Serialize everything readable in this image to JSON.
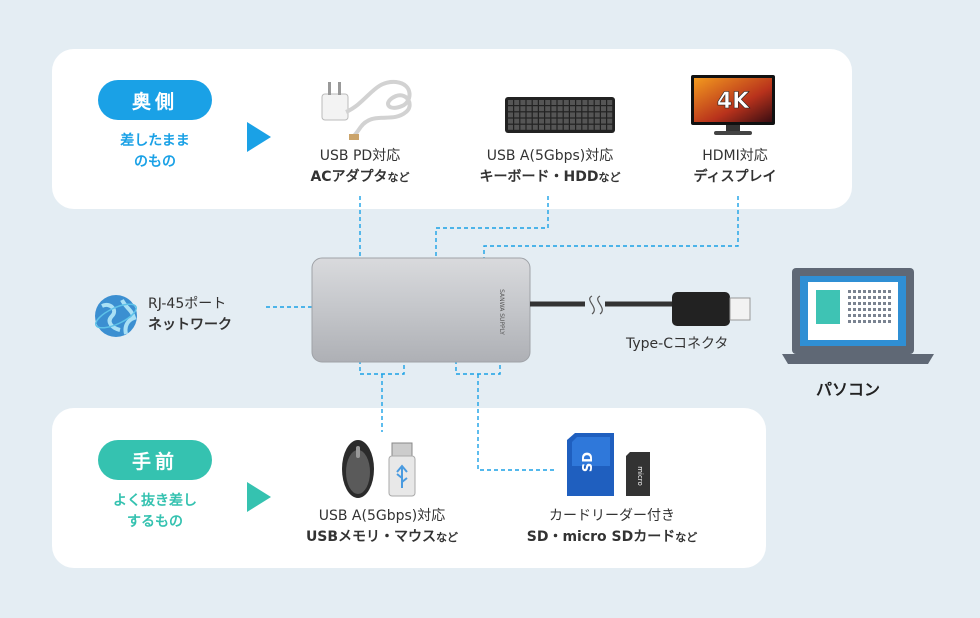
{
  "back": {
    "pill": "奥側",
    "subtitle": [
      "差したまま",
      "のもの"
    ],
    "items": [
      {
        "line1": "USB PD対応",
        "line2": "ACアダプタ",
        "suffix": "など"
      },
      {
        "line1": "USB A(5Gbps)対応",
        "line2": "キーボード・HDD",
        "suffix": "など"
      },
      {
        "line1": "HDMI対応",
        "line2": "ディスプレイ",
        "suffix": ""
      }
    ],
    "monitor_text": "4K"
  },
  "front": {
    "pill": "手前",
    "subtitle": [
      "よく抜き差し",
      "するもの"
    ],
    "items": [
      {
        "line1": "USB A(5Gbps)対応",
        "line2": "USBメモリ・マウス",
        "suffix": "など"
      },
      {
        "line1": "カードリーダー付き",
        "line2": "SD・micro SDカード",
        "suffix": "など"
      }
    ],
    "sd_text": "SD",
    "micro_text": "micro"
  },
  "side": {
    "rj45": {
      "line1": "RJ-45ポート",
      "line2": "ネットワーク"
    },
    "typec": "Type-Cコネクタ",
    "laptop": "パソコン"
  },
  "hub": {
    "brand": "SANWA SUPPLY"
  },
  "colors": {
    "wire": "#1aa1e6",
    "back_accent": "#1aa1e6",
    "front_accent": "#35c2b0"
  }
}
